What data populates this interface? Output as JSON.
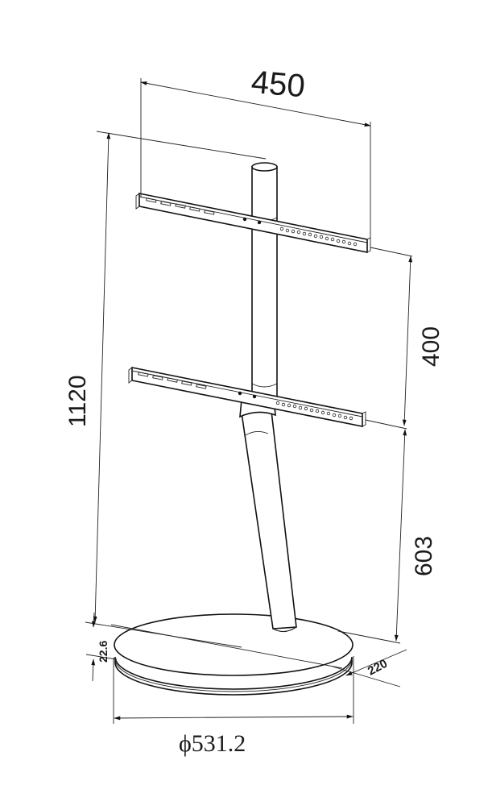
{
  "dimensions": {
    "bracket_width": "450",
    "total_height": "1120",
    "bracket_spacing": "400",
    "lower_height": "603",
    "base_thickness": "22.6",
    "base_depth": "220",
    "base_diameter": "ϕ531.2"
  }
}
